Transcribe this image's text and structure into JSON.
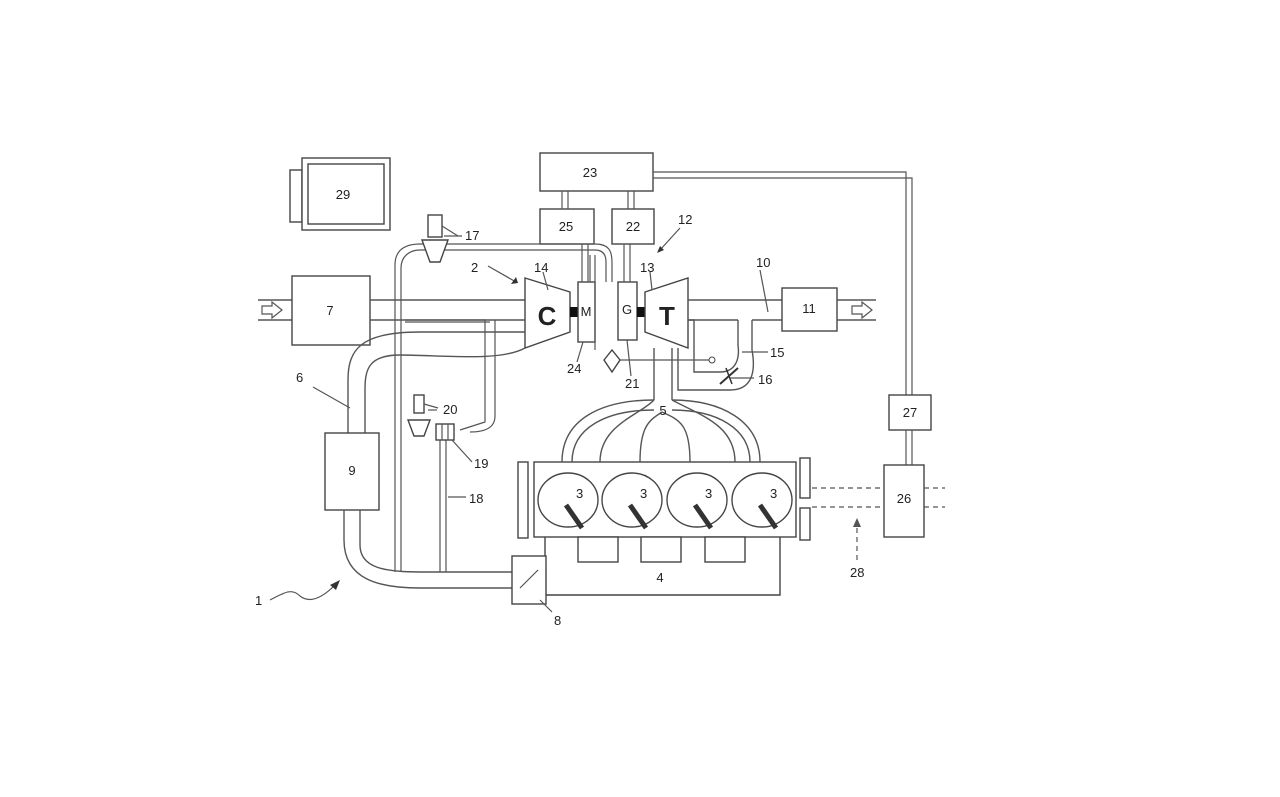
{
  "labels": {
    "system": "1",
    "cylinder": "3",
    "engine": "4",
    "intake_manifold": "5",
    "intake_duct": "6",
    "air_filter": "7",
    "throttle": "8",
    "intercooler": "9",
    "exhaust_duct": "10",
    "catalyst": "11",
    "turbocharger": "12",
    "turbine": "13",
    "compressor": "14",
    "bypass_duct": "15",
    "wastegate": "16",
    "valve_17": "17",
    "duct_18": "18",
    "valve_19": "19",
    "valve_20": "20",
    "shaft_21": "21",
    "converter_22": "22",
    "storage_23": "23",
    "motor_24": "24",
    "converter_25": "25",
    "machine_26": "26",
    "converter_27": "27",
    "drive_28": "28",
    "control_unit_29": "29"
  },
  "symbols": {
    "compressor_letter": "C",
    "turbine_letter": "T",
    "motor_letter": "M",
    "generator_letter": "G"
  }
}
